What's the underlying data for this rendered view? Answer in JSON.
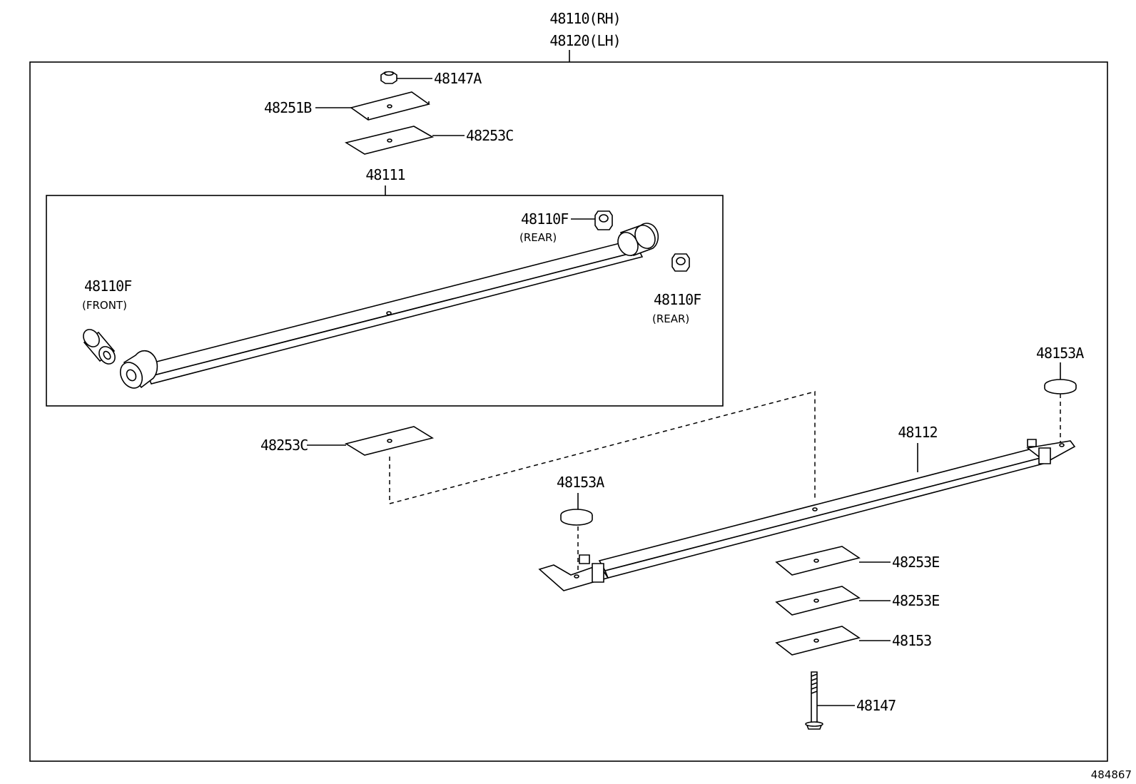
{
  "labels": {
    "top_rh": "48110(RH)",
    "top_lh": "48120(LH)",
    "nut_48147A": "48147A",
    "plate_48251B": "48251B",
    "liner_48253C_top": "48253C",
    "leaf_48111": "48111",
    "bushing_rear_top": "48110F",
    "bushing_rear_top_note": "(REAR)",
    "bushing_front": "48110F",
    "bushing_front_note": "(FRONT)",
    "bushing_rear_right": "48110F",
    "bushing_rear_right_note": "(REAR)",
    "insulator_right": "48153A",
    "leaf_48112": "48112",
    "liner_48253C_mid": "48253C",
    "insulator_left": "48153A",
    "liner_48253E_1": "48253E",
    "liner_48253E_2": "48253E",
    "pad_48153": "48153",
    "bolt_48147": "48147",
    "ref_number": "484867"
  }
}
